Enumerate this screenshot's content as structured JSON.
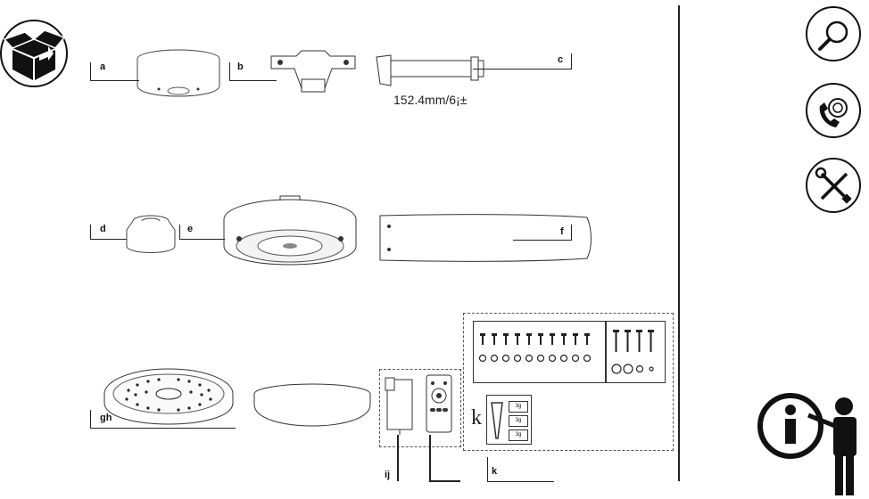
{
  "parts": {
    "a": "a",
    "b": "b",
    "c": "c",
    "d": "d",
    "e": "e",
    "f": "f",
    "gh": "gh",
    "ij": "ij",
    "k": "k"
  },
  "measurement": "152.4mm/6¡±",
  "kit_letter": "k",
  "tag_labels": [
    "3g",
    "3g",
    "3g"
  ],
  "icons": {
    "box": "open-box-icon",
    "inspect": "magnifier-icon",
    "support": "phone-support-icon",
    "tools": "tools-icon",
    "info": "info-presenter-icon"
  }
}
